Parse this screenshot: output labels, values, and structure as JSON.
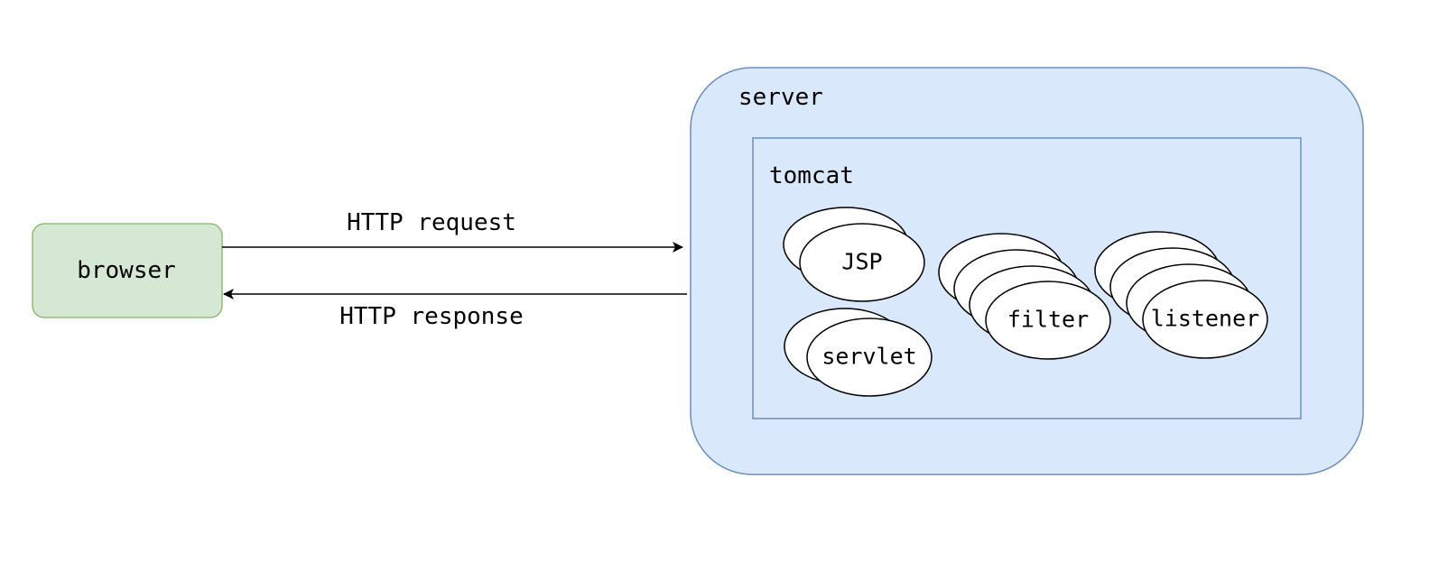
{
  "browser": {
    "label": "browser",
    "fill": "#d5e8d4",
    "stroke": "#82b366"
  },
  "server": {
    "label": "server",
    "fill": "#dae8fc",
    "stroke": "#6c8ebf"
  },
  "tomcat": {
    "label": "tomcat",
    "fill": "#dae8fc",
    "stroke": "#6c8ebf"
  },
  "components": {
    "jsp": "JSP",
    "servlet": "servlet",
    "filter": "filter",
    "listener": "listener"
  },
  "arrows": {
    "request": "HTTP request",
    "response": "HTTP response"
  }
}
